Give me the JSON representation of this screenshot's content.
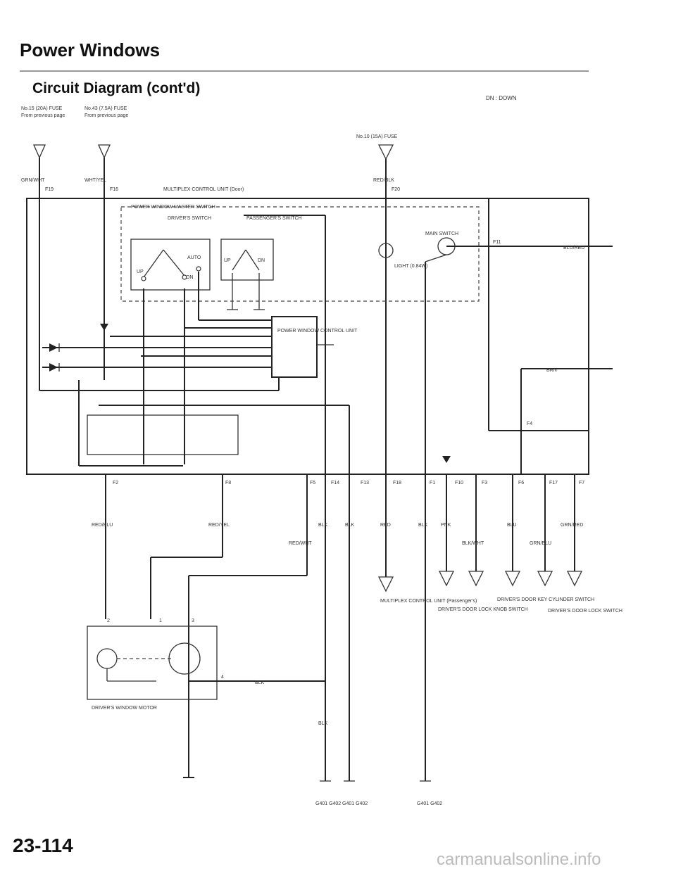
{
  "header": {
    "title": "Power Windows",
    "subtitle": "Circuit Diagram (cont'd)",
    "page_number": "23-114",
    "corner_note": "DN : DOWN"
  },
  "fuses": {
    "f15": "No.15 (20A) FUSE",
    "f43": "No.43 (7.5A) FUSE",
    "from_prev": "From previous page",
    "f10": "No.10 (15A) FUSE"
  },
  "wires": {
    "grn_wht": "GRN/WHT",
    "wht_yel": "WHT/YEL",
    "red_blk": "RED/BLK",
    "blu_red": "BLU/RED",
    "brn": "BRN",
    "red_blu": "RED/BLU",
    "red_yel": "RED/YEL",
    "blk": "BLK",
    "red_wht": "RED/WHT",
    "red": "RED",
    "pnk": "PNK",
    "blk_wht": "BLK/WHT",
    "blu": "BLU",
    "grn_red": "GRN/RED",
    "grn_blu": "GRN/BLU"
  },
  "terminals": {
    "f19": "F19",
    "f16": "F16",
    "f20": "F20",
    "f11": "F11",
    "f4": "F4",
    "bottom": [
      "F2",
      "F8",
      "F5",
      "F14",
      "F13",
      "F18",
      "F1",
      "F10",
      "F3",
      "F6",
      "F17",
      "F7"
    ]
  },
  "components": {
    "mcu": "MULTIPLEX CONTROL UNIT (Door)",
    "master_switch": "POWER WINDOW MASTER SWITCH",
    "drivers_switch": "DRIVER'S SWITCH",
    "passengers_switch": "PASSENGER'S SWITCH",
    "main_switch": "MAIN SWITCH",
    "light": "LIGHT (0.84W)",
    "pwcu": "POWER WINDOW CONTROL UNIT",
    "up": "UP",
    "dn": "DN",
    "auto": "AUTO",
    "on": "ON",
    "motor": "DRIVER'S WINDOW MOTOR",
    "mcu_pass": "MULTIPLEX CONTROL UNIT (Passenger's)",
    "knob_switch": "DRIVER'S DOOR LOCK KNOB SWITCH",
    "cylinder_switch": "DRIVER'S DOOR KEY CYLINDER SWITCH",
    "lock_switch": "DRIVER'S DOOR LOCK SWITCH",
    "pin1": "1",
    "pin2": "2",
    "pin3": "3",
    "pin4": "4"
  },
  "grounds": {
    "g1": "G401 G402",
    "g2": "G401 G402",
    "g3": "G401 G402"
  },
  "watermark": "carmanualsonline.info"
}
